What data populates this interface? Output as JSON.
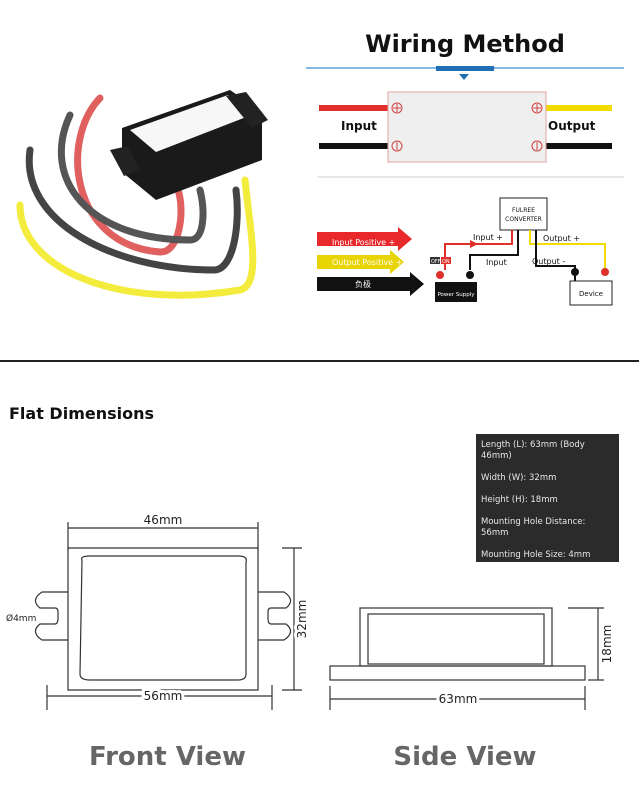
{
  "wiring": {
    "title": "Wiring Method",
    "input_label": "Input",
    "output_label": "Output",
    "legend": [
      "Input Positive +",
      "Output Positive +",
      "负极"
    ],
    "converter": "FULREE CONVERTER",
    "input_plus": "Input +",
    "input_minus": "Input",
    "output_plus": "Output +",
    "output_minus": "Output -",
    "switch_off": "OFF",
    "switch_on": "ON",
    "power_supply": "Power Supply",
    "device": "Device"
  },
  "flat": {
    "title": "Flat Dimensions",
    "specs": [
      "Length (L): 63mm (Body 46mm)",
      "Width (W): 32mm",
      "Height (H): 18mm",
      "Mounting Hole Distance: 56mm",
      "Mounting Hole Size: 4mm"
    ],
    "dims": {
      "top_width": "46mm",
      "bottom_width": "56mm",
      "hole": "Ø4mm",
      "height_front": "32mm",
      "side_length": "63mm",
      "side_height": "18mm"
    },
    "front_view": "Front View",
    "side_view": "Side View"
  },
  "colors": {
    "red_wire": "#e0302a",
    "yellow_wire": "#f0dc00",
    "black_wire": "#111111",
    "accent_blue": "#1f6fb5"
  }
}
